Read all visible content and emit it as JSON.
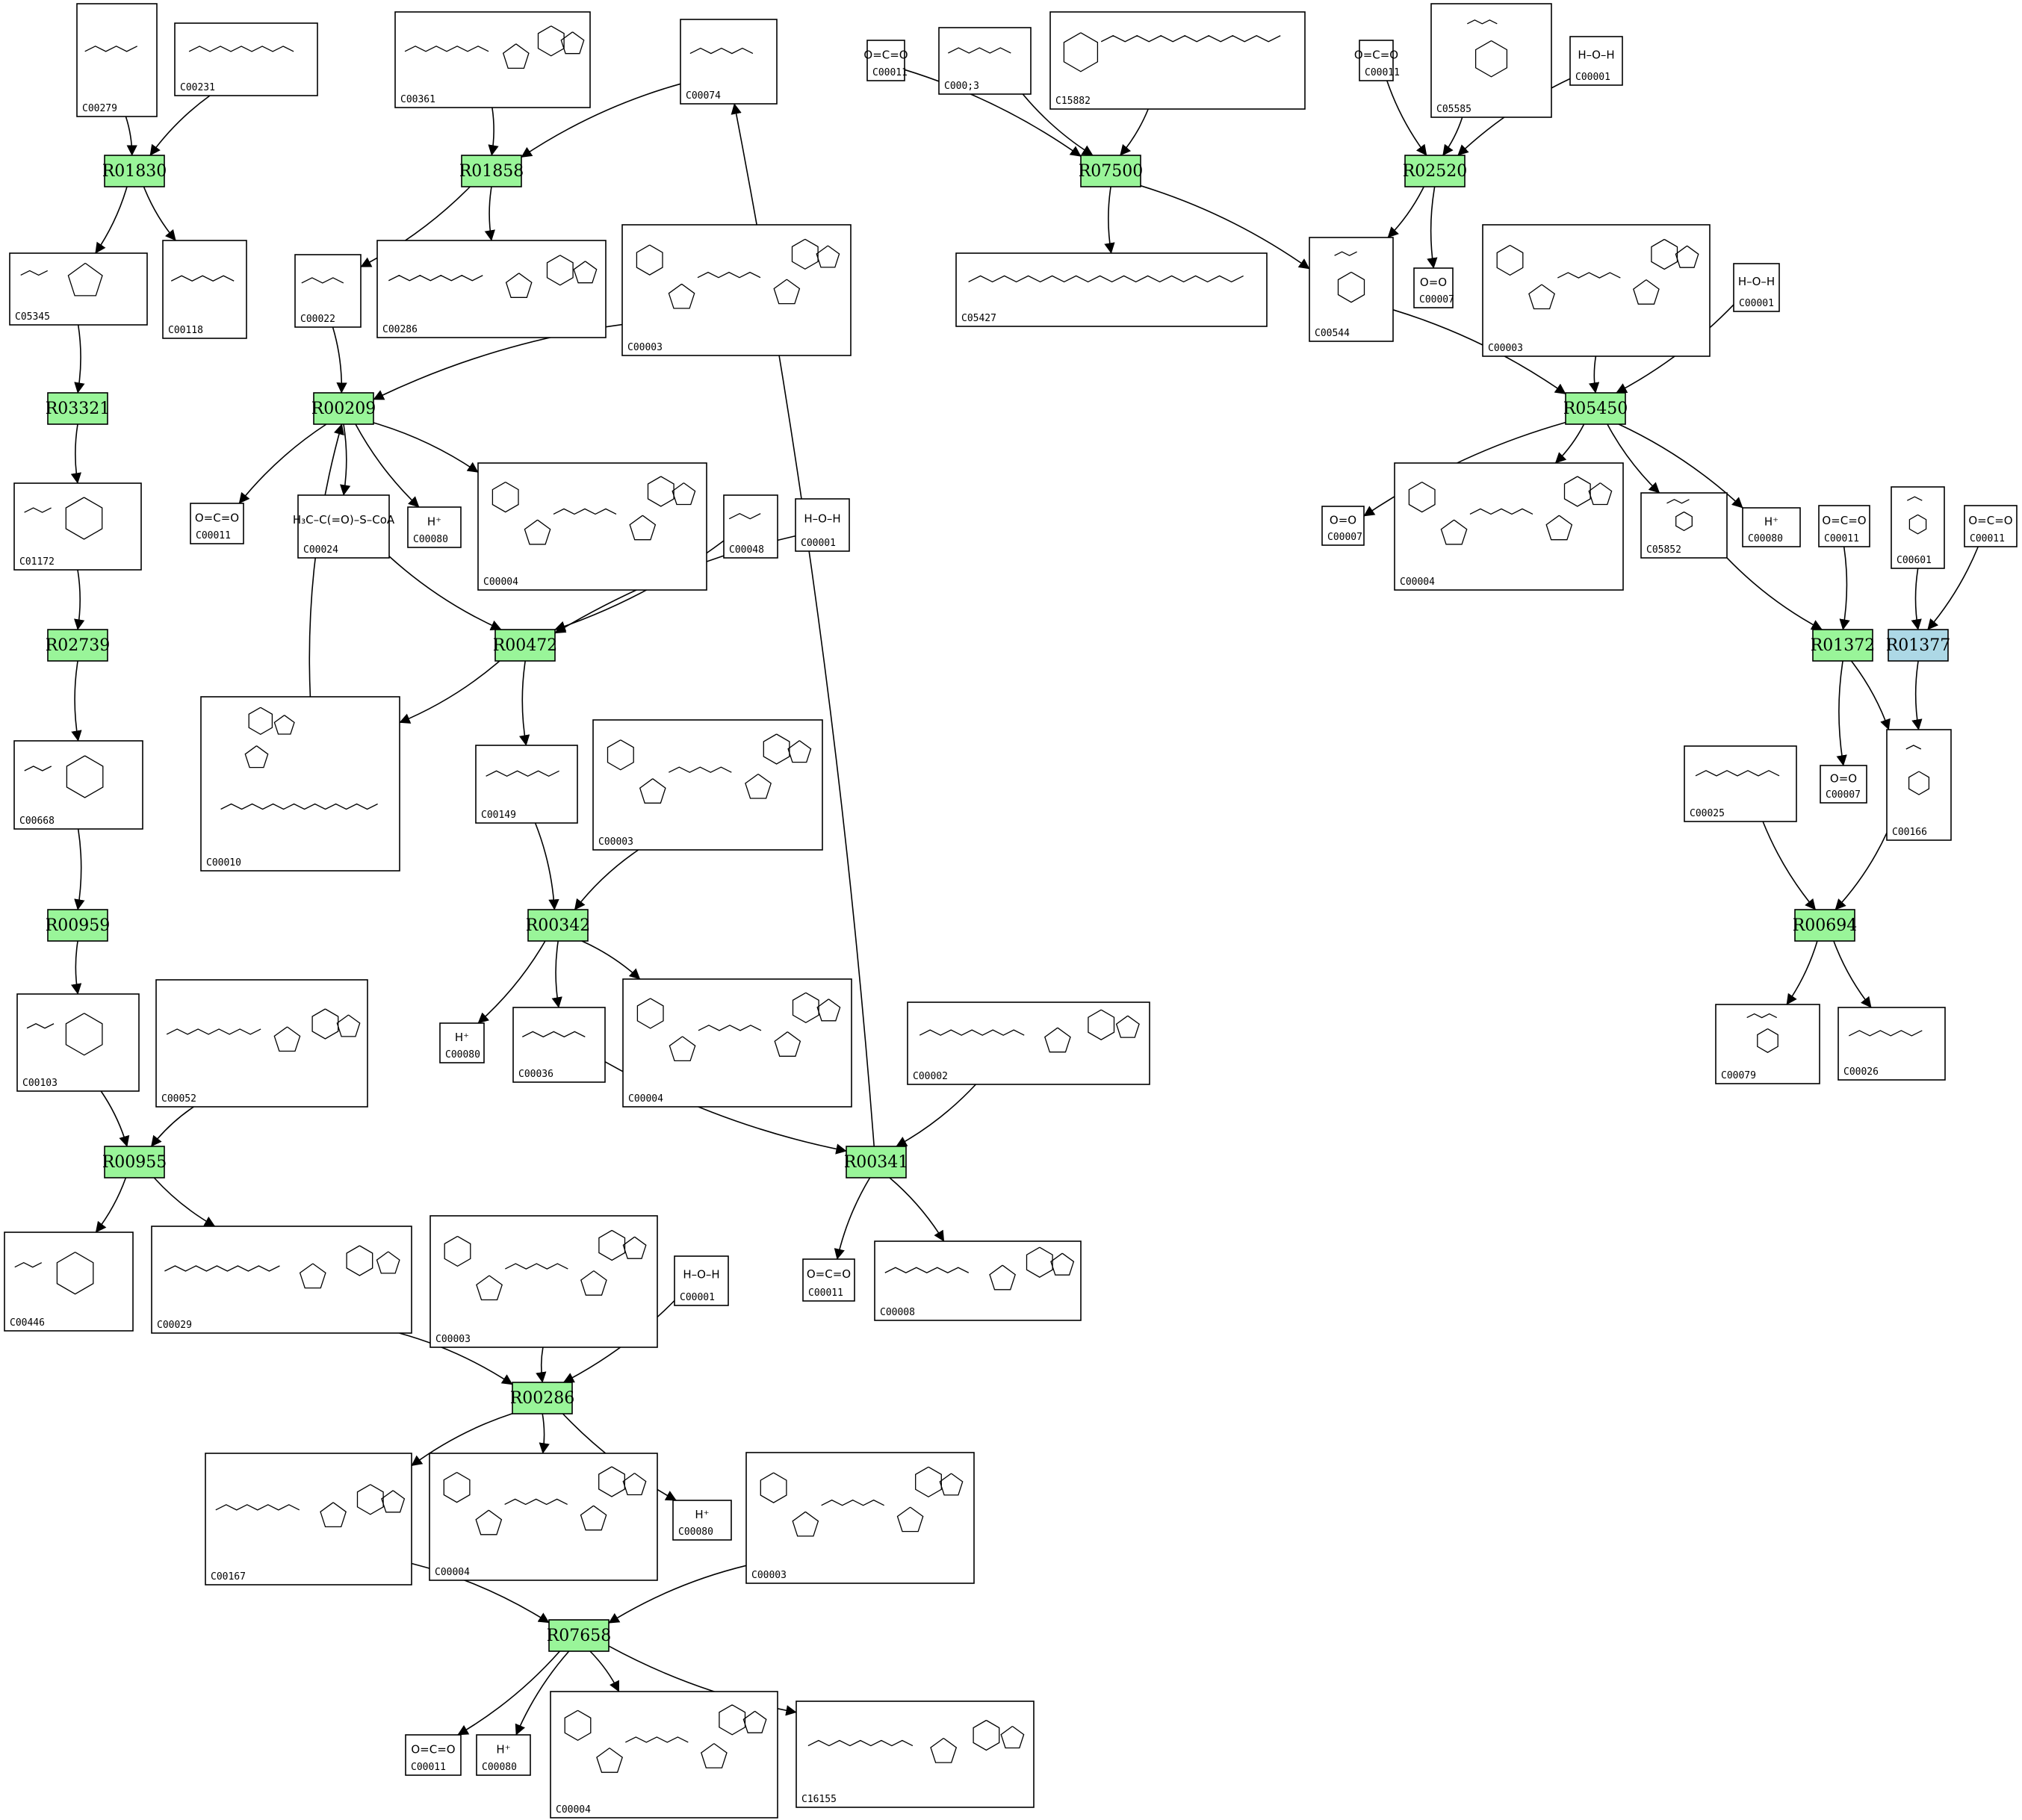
{
  "colors": {
    "reaction_fill": "#99f599",
    "reaction_fill_highlight": "#add8e6",
    "edge": "#000000"
  },
  "reactions": [
    {
      "id": "R01830",
      "highlight": false
    },
    {
      "id": "R01858",
      "highlight": false
    },
    {
      "id": "R07500",
      "highlight": false
    },
    {
      "id": "R02520",
      "highlight": false
    },
    {
      "id": "R03321",
      "highlight": false
    },
    {
      "id": "R00209",
      "highlight": false
    },
    {
      "id": "R05450",
      "highlight": false
    },
    {
      "id": "R02739",
      "highlight": false
    },
    {
      "id": "R00472",
      "highlight": false
    },
    {
      "id": "R01372",
      "highlight": false
    },
    {
      "id": "R01377",
      "highlight": true
    },
    {
      "id": "R00959",
      "highlight": false
    },
    {
      "id": "R00342",
      "highlight": false
    },
    {
      "id": "R00694",
      "highlight": false
    },
    {
      "id": "R00955",
      "highlight": false
    },
    {
      "id": "R00341",
      "highlight": false
    },
    {
      "id": "R00286",
      "highlight": false
    },
    {
      "id": "R07658",
      "highlight": false
    }
  ],
  "compounds": [
    {
      "key": "c00279",
      "id": "C00279",
      "icon": "sugar-phosphate-structure-icon"
    },
    {
      "key": "c00231",
      "id": "C00231",
      "icon": "sugar-phosphate-structure-icon"
    },
    {
      "key": "c00361",
      "id": "C00361",
      "icon": "nucleotide-structure-icon"
    },
    {
      "key": "c00074",
      "id": "C00074",
      "icon": "phosphoenolpyruvate-structure-icon"
    },
    {
      "key": "c00011_a",
      "id": "C00011",
      "formula": "O=C=O"
    },
    {
      "key": "c00013",
      "id": "C000;3",
      "icon": "diphosphate-structure-icon"
    },
    {
      "key": "c15882",
      "id": "C15882",
      "icon": "quinol-structure-icon"
    },
    {
      "key": "c00011_b",
      "id": "C00011",
      "formula": "O=C=O"
    },
    {
      "key": "c05585",
      "id": "C05585",
      "icon": "aromatic-aldehyde-structure-icon"
    },
    {
      "key": "c00001_a",
      "id": "C00001",
      "formula": "H–O–H"
    },
    {
      "key": "c05345",
      "id": "C05345",
      "icon": "furanose-phosphate-structure-icon"
    },
    {
      "key": "c00118",
      "id": "C00118",
      "icon": "glyceraldehyde-phosphate-structure-icon"
    },
    {
      "key": "c00022",
      "id": "C00022",
      "icon": "pyruvate-structure-icon"
    },
    {
      "key": "c00286",
      "id": "C00286",
      "icon": "nucleotide-structure-icon"
    },
    {
      "key": "c00003_a",
      "id": "C00003",
      "icon": "nad-structure-icon"
    },
    {
      "key": "c05427",
      "id": "C05427",
      "icon": "isoprenoid-diphosphate-structure-icon"
    },
    {
      "key": "c00544",
      "id": "C00544",
      "icon": "homogentisate-structure-icon"
    },
    {
      "key": "c00007_a",
      "id": "C00007",
      "formula": "O=O"
    },
    {
      "key": "c00003_b",
      "id": "C00003",
      "icon": "nad-structure-icon"
    },
    {
      "key": "c00001_b",
      "id": "C00001",
      "formula": "H–O–H"
    },
    {
      "key": "c01172",
      "id": "C01172",
      "icon": "pyranose-phosphate-structure-icon"
    },
    {
      "key": "c00011_c",
      "id": "C00011",
      "formula": "O=C=O"
    },
    {
      "key": "c00024",
      "id": "C00024",
      "formula": "H₃C–C(=O)–S–CoA"
    },
    {
      "key": "c00080_a",
      "id": "C00080",
      "formula": "H⁺"
    },
    {
      "key": "c00004_a",
      "id": "C00004",
      "icon": "nadh-structure-icon"
    },
    {
      "key": "c00048",
      "id": "C00048",
      "icon": "glyoxylate-structure-icon"
    },
    {
      "key": "c00001_c",
      "id": "C00001",
      "formula": "H–O–H"
    },
    {
      "key": "c00007_b",
      "id": "C00007",
      "formula": "O=O"
    },
    {
      "key": "c00004_b",
      "id": "C00004",
      "icon": "nadh-structure-icon"
    },
    {
      "key": "c05852",
      "id": "C05852",
      "icon": "phenylacetate-structure-icon"
    },
    {
      "key": "c00080_b",
      "id": "C00080",
      "formula": "H⁺"
    },
    {
      "key": "c00011_d",
      "id": "C00011",
      "formula": "O=C=O"
    },
    {
      "key": "c00601",
      "id": "C00601",
      "icon": "phenylacetaldehyde-structure-icon"
    },
    {
      "key": "c00011_e",
      "id": "C00011",
      "formula": "O=C=O"
    },
    {
      "key": "c00668",
      "id": "C00668",
      "icon": "pyranose-phosphate-structure-icon"
    },
    {
      "key": "c00010",
      "id": "C00010",
      "icon": "coenzyme-a-structure-icon"
    },
    {
      "key": "c00149",
      "id": "C00149",
      "icon": "malate-structure-icon"
    },
    {
      "key": "c00003_c",
      "id": "C00003",
      "icon": "nad-structure-icon"
    },
    {
      "key": "c00025",
      "id": "C00025",
      "icon": "glutamate-structure-icon"
    },
    {
      "key": "c00007_c",
      "id": "C00007",
      "formula": "O=O"
    },
    {
      "key": "c00166",
      "id": "C00166",
      "icon": "phenylpyruvate-structure-icon"
    },
    {
      "key": "c00103",
      "id": "C00103",
      "icon": "pyranose-phosphate-structure-icon"
    },
    {
      "key": "c00052",
      "id": "C00052",
      "icon": "udp-sugar-structure-icon"
    },
    {
      "key": "c00080_c",
      "id": "C00080",
      "formula": "H⁺"
    },
    {
      "key": "c00036",
      "id": "C00036",
      "icon": "oxaloacetate-structure-icon"
    },
    {
      "key": "c00004_c",
      "id": "C00004",
      "icon": "nadh-structure-icon"
    },
    {
      "key": "c00002",
      "id": "C00002",
      "icon": "atp-structure-icon"
    },
    {
      "key": "c00079",
      "id": "C00079",
      "icon": "phenylalanine-structure-icon"
    },
    {
      "key": "c00026",
      "id": "C00026",
      "icon": "oxoglutarate-structure-icon"
    },
    {
      "key": "c00446",
      "id": "C00446",
      "icon": "pyranose-phosphate-structure-icon"
    },
    {
      "key": "c00029",
      "id": "C00029",
      "icon": "udp-sugar-structure-icon"
    },
    {
      "key": "c00003_d",
      "id": "C00003",
      "icon": "nad-structure-icon"
    },
    {
      "key": "c00001_d",
      "id": "C00001",
      "formula": "H–O–H"
    },
    {
      "key": "c00011_f",
      "id": "C00011",
      "formula": "O=C=O"
    },
    {
      "key": "c00008",
      "id": "C00008",
      "icon": "adp-structure-icon"
    },
    {
      "key": "c00167",
      "id": "C00167",
      "icon": "udp-sugar-structure-icon"
    },
    {
      "key": "c00004_d",
      "id": "C00004",
      "icon": "nadh-structure-icon"
    },
    {
      "key": "c00080_d",
      "id": "C00080",
      "formula": "H⁺"
    },
    {
      "key": "c00003_e",
      "id": "C00003",
      "icon": "nad-structure-icon"
    },
    {
      "key": "c00011_g",
      "id": "C00011",
      "formula": "O=C=O"
    },
    {
      "key": "c00080_e",
      "id": "C00080",
      "formula": "H⁺"
    },
    {
      "key": "c00004_e",
      "id": "C00004",
      "icon": "nadh-structure-icon"
    },
    {
      "key": "c16155",
      "id": "C16155",
      "icon": "udp-sugar-structure-icon"
    }
  ],
  "edges": [
    {
      "from": "c00279",
      "to": "R01830"
    },
    {
      "from": "c00231",
      "to": "R01830"
    },
    {
      "from": "R01830",
      "to": "c05345"
    },
    {
      "from": "R01830",
      "to": "c00118"
    },
    {
      "from": "c05345",
      "to": "R03321"
    },
    {
      "from": "R03321",
      "to": "c01172"
    },
    {
      "from": "c01172",
      "to": "R02739"
    },
    {
      "from": "R02739",
      "to": "c00668"
    },
    {
      "from": "c00668",
      "to": "R00959"
    },
    {
      "from": "R00959",
      "to": "c00103"
    },
    {
      "from": "c00103",
      "to": "R00955"
    },
    {
      "from": "c00052",
      "to": "R00955"
    },
    {
      "from": "R00955",
      "to": "c00446"
    },
    {
      "from": "R00955",
      "to": "c00029"
    },
    {
      "from": "c00029",
      "to": "R00286"
    },
    {
      "from": "c00003_d",
      "to": "R00286"
    },
    {
      "from": "c00001_d",
      "to": "R00286"
    },
    {
      "from": "R00286",
      "to": "c00167"
    },
    {
      "from": "R00286",
      "to": "c00004_d"
    },
    {
      "from": "R00286",
      "to": "c00080_d"
    },
    {
      "from": "c00167",
      "to": "R07658"
    },
    {
      "from": "c00003_e",
      "to": "R07658"
    },
    {
      "from": "R07658",
      "to": "c00011_g"
    },
    {
      "from": "R07658",
      "to": "c00080_e"
    },
    {
      "from": "R07658",
      "to": "c00004_e"
    },
    {
      "from": "R07658",
      "to": "c16155"
    },
    {
      "from": "c00361",
      "to": "R01858"
    },
    {
      "from": "c00074",
      "to": "R01858"
    },
    {
      "from": "R01858",
      "to": "c00022"
    },
    {
      "from": "R01858",
      "to": "c00286"
    },
    {
      "from": "c00022",
      "to": "R00209"
    },
    {
      "from": "c00003_a",
      "to": "R00209"
    },
    {
      "from": "c00010",
      "to": "R00209"
    },
    {
      "from": "R00209",
      "to": "c00011_c"
    },
    {
      "from": "R00209",
      "to": "c00024"
    },
    {
      "from": "R00209",
      "to": "c00080_a"
    },
    {
      "from": "R00209",
      "to": "c00004_a"
    },
    {
      "from": "c00024",
      "to": "R00472"
    },
    {
      "from": "c00048",
      "to": "R00472"
    },
    {
      "from": "c00001_c",
      "to": "R00472"
    },
    {
      "from": "R00472",
      "to": "c00010"
    },
    {
      "from": "R00472",
      "to": "c00149"
    },
    {
      "from": "c00149",
      "to": "R00342"
    },
    {
      "from": "c00003_c",
      "to": "R00342"
    },
    {
      "from": "R00342",
      "to": "c00080_c"
    },
    {
      "from": "R00342",
      "to": "c00036"
    },
    {
      "from": "R00342",
      "to": "c00004_c"
    },
    {
      "from": "c00036",
      "to": "R00341"
    },
    {
      "from": "c00002",
      "to": "R00341"
    },
    {
      "from": "R00341",
      "to": "c00011_f"
    },
    {
      "from": "R00341",
      "to": "c00008"
    },
    {
      "from": "R00341",
      "to": "c00074"
    },
    {
      "from": "c00011_a",
      "to": "R07500"
    },
    {
      "from": "c00013",
      "to": "R07500"
    },
    {
      "from": "c15882",
      "to": "R07500"
    },
    {
      "from": "R07500",
      "to": "c05427"
    },
    {
      "from": "R07500",
      "to": "c00544"
    },
    {
      "from": "c00011_b",
      "to": "R02520"
    },
    {
      "from": "c05585",
      "to": "R02520"
    },
    {
      "from": "c00001_a",
      "to": "R02520"
    },
    {
      "from": "R02520",
      "to": "c00544"
    },
    {
      "from": "R02520",
      "to": "c00007_a"
    },
    {
      "from": "c00544",
      "to": "R05450"
    },
    {
      "from": "c00003_b",
      "to": "R05450"
    },
    {
      "from": "c00001_b",
      "to": "R05450"
    },
    {
      "from": "R05450",
      "to": "c00007_b"
    },
    {
      "from": "R05450",
      "to": "c00004_b"
    },
    {
      "from": "R05450",
      "to": "c05852"
    },
    {
      "from": "R05450",
      "to": "c00080_b"
    },
    {
      "from": "c05852",
      "to": "R01372"
    },
    {
      "from": "c00011_d",
      "to": "R01372"
    },
    {
      "from": "R01372",
      "to": "c00007_c"
    },
    {
      "from": "R01372",
      "to": "c00166"
    },
    {
      "from": "c00601",
      "to": "R01377"
    },
    {
      "from": "c00011_e",
      "to": "R01377"
    },
    {
      "from": "R01377",
      "to": "c00166"
    },
    {
      "from": "c00166",
      "to": "R00694"
    },
    {
      "from": "c00025",
      "to": "R00694"
    },
    {
      "from": "R00694",
      "to": "c00079"
    },
    {
      "from": "R00694",
      "to": "c00026"
    }
  ]
}
